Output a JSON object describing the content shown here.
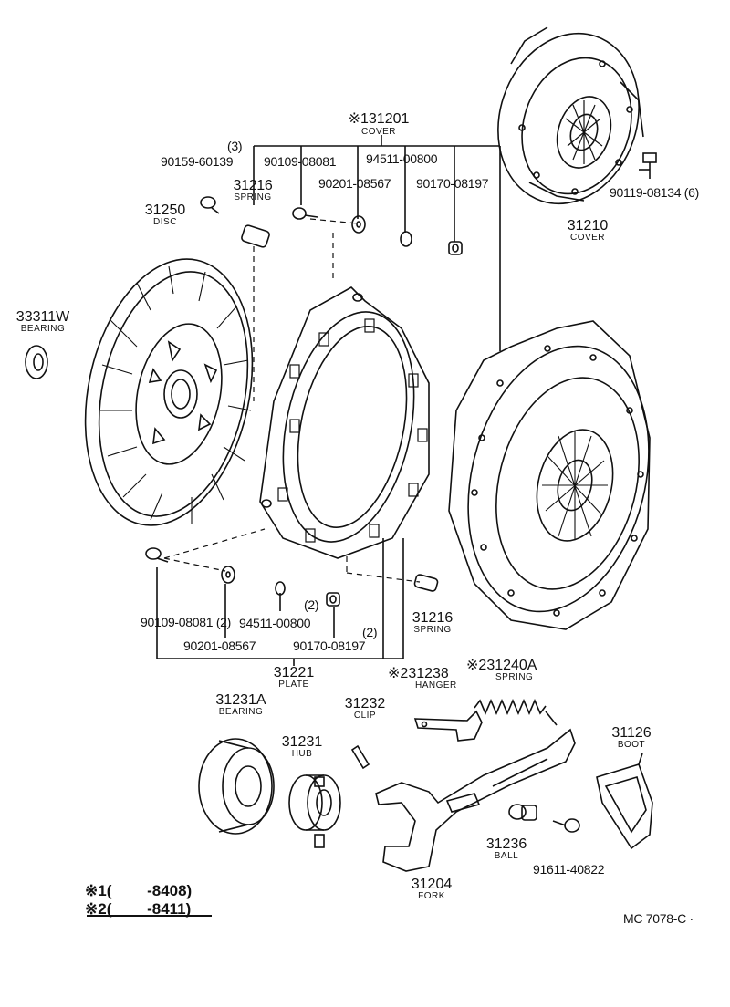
{
  "parts": {
    "cover_top": {
      "mark": "※1",
      "number": "31201",
      "name": "COVER"
    },
    "cover_right": {
      "number": "31210",
      "name": "COVER"
    },
    "disc": {
      "number": "31250",
      "name": "DISC"
    },
    "bearing_left": {
      "number": "33311W",
      "name": "BEARING"
    },
    "spring_top": {
      "number": "31216",
      "name": "SPRING"
    },
    "spring_mid": {
      "number": "31216",
      "name": "SPRING"
    },
    "plate": {
      "number": "31221",
      "name": "PLATE"
    },
    "release_bearing": {
      "number": "31231A",
      "name": "BEARING"
    },
    "hub": {
      "number": "31231",
      "name": "HUB"
    },
    "clip": {
      "number": "31232",
      "name": "CLIP"
    },
    "hanger": {
      "mark": "※2",
      "number": "31238",
      "name": "HANGER"
    },
    "fork_spring": {
      "mark": "※2",
      "number": "31240A",
      "name": "SPRING"
    },
    "boot": {
      "number": "31126",
      "name": "BOOT"
    },
    "ball": {
      "number": "31236",
      "name": "BALL"
    },
    "fork": {
      "number": "31204",
      "name": "FORK"
    }
  },
  "fasteners": {
    "f1": {
      "number": "90159-60139",
      "qty": "(3)"
    },
    "f2": "90109-08081",
    "f3": "94511-00800",
    "f4": "90201-08567",
    "f5": "90170-08197",
    "f6": "90119-08134 (6)",
    "f7": "90109-08081 (2)",
    "f8": "94511-00800",
    "f8_qty": "(2)",
    "f9": "90201-08567",
    "f10": "90170-08197",
    "f10_qty": "(2)",
    "f11": "91611-40822"
  },
  "legend": {
    "row1": "※1(　　 -8408)",
    "row2": "※2(　　 -8411)"
  },
  "code": "MC 7078-C ·"
}
